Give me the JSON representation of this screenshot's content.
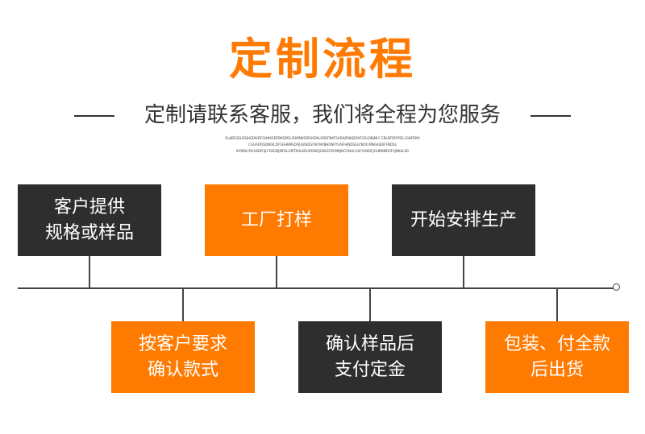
{
  "title": "定制流程",
  "subtitle": "定制请联系客服，我们将全程为您服务",
  "fine_print": [
    "GLJKDFJGLDSJHGDIKDFGHNKSDFBKSDFJLSDMNKSDFHSDN,GBDFNKFSADHJFNKJSDHFGSLDBJMLF,CBLDFDIFPSE,LGNFDNV",
    "CGUADFJSDNGK,DFSGHBMSDFJLKASDGFNCMVBHDNFYUAIFHJNDSLEVNCK,MNGASDIFFNDSL",
    "KVNDK,MCHSDIFIJLFDSGNJMFDLGMTRHLKRURDISDJGNLSFDVMNJNCVNLK,ASFGHKDFJGHBNMDSFVJNKALSD"
  ],
  "top_steps": [
    {
      "label": "客户提供\n规格或样品",
      "style": "dark"
    },
    {
      "label": "工厂打样",
      "style": "orange"
    },
    {
      "label": "开始安排生产",
      "style": "dark"
    }
  ],
  "bottom_steps": [
    {
      "label": "按客户要求\n确认款式",
      "style": "orange"
    },
    {
      "label": "确认样品后\n支付定金",
      "style": "dark"
    },
    {
      "label": "包装、付全款\n后出货",
      "style": "orange"
    }
  ],
  "colors": {
    "accent": "#ff7a00",
    "dark": "#2e2e2e",
    "text": "#333333"
  }
}
